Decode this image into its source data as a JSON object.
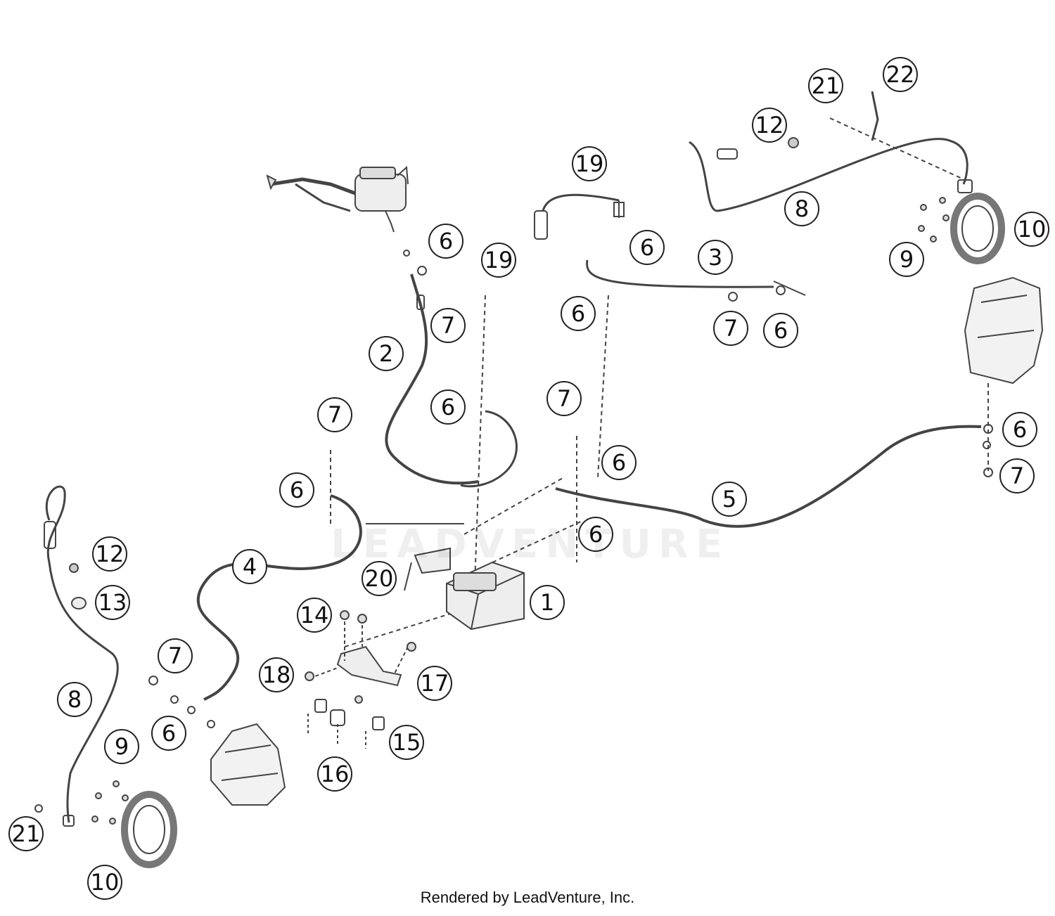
{
  "watermark": "LEADVENTURE",
  "footer": "Rendered by LeadVenture, Inc.",
  "callouts": [
    {
      "label": "22"
    },
    {
      "label": "21"
    },
    {
      "label": "12"
    },
    {
      "label": "19"
    },
    {
      "label": "8"
    },
    {
      "label": "10"
    },
    {
      "label": "6"
    },
    {
      "label": "6"
    },
    {
      "label": "3"
    },
    {
      "label": "9"
    },
    {
      "label": "19"
    },
    {
      "label": "7"
    },
    {
      "label": "6"
    },
    {
      "label": "7"
    },
    {
      "label": "6"
    },
    {
      "label": "2"
    },
    {
      "label": "6"
    },
    {
      "label": "7"
    },
    {
      "label": "7"
    },
    {
      "label": "6"
    },
    {
      "label": "6"
    },
    {
      "label": "6"
    },
    {
      "label": "7"
    },
    {
      "label": "5"
    },
    {
      "label": "6"
    },
    {
      "label": "12"
    },
    {
      "label": "4"
    },
    {
      "label": "13"
    },
    {
      "label": "20"
    },
    {
      "label": "1"
    },
    {
      "label": "14"
    },
    {
      "label": "7"
    },
    {
      "label": "18"
    },
    {
      "label": "17"
    },
    {
      "label": "8"
    },
    {
      "label": "6"
    },
    {
      "label": "9"
    },
    {
      "label": "15"
    },
    {
      "label": "16"
    },
    {
      "label": "21"
    },
    {
      "label": "10"
    }
  ]
}
